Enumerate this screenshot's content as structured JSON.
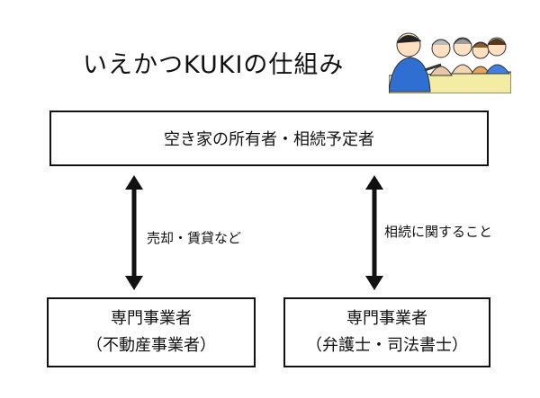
{
  "title": "いえかつKUKIの仕組み",
  "top_box": {
    "text": "空き家の所有者・相続予定者"
  },
  "left_arrow": {
    "label": "売却・賃貸など"
  },
  "right_arrow": {
    "label": "相続に関すること"
  },
  "left_box": {
    "line1": "専門事業者",
    "line2": "（不動産事業者）"
  },
  "right_box": {
    "line1": "専門事業者",
    "line2": "（弁護士・司法書士）"
  },
  "colors": {
    "line": "#111111",
    "table": "#f3eca4",
    "shirt_blue": "#2f6fd1"
  },
  "illustration": {
    "icon": "family-consultation-illustration"
  }
}
